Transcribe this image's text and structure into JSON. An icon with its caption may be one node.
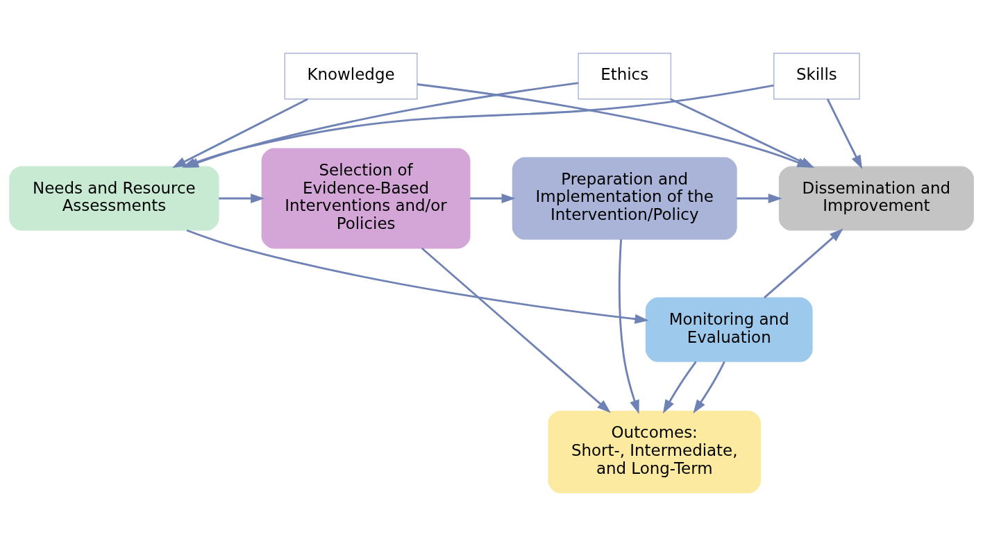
{
  "diagram": {
    "nodes": [
      {
        "text": [
          "Knowledge"
        ]
      },
      {
        "text": [
          "Ethics"
        ]
      },
      {
        "text": [
          "Skills"
        ]
      },
      {
        "text": [
          "Needs and Resource Assessments"
        ]
      },
      {
        "text": [
          "Selection of Evidence-Based Interventions and/or Policies"
        ]
      },
      {
        "text": [
          "Preparation and Implementation of the Intervention/Policy"
        ]
      },
      {
        "text": [
          "Dissemination and Improvement"
        ]
      },
      {
        "text": [
          "Outcomes:",
          "Short-, Intermediate, and Long-Term"
        ]
      },
      {
        "text": [
          "Monitoring and Evaluation"
        ]
      }
    ],
    "edges": [
      {
        "from": 0,
        "to": 3,
        "arrow": "to"
      },
      {
        "from": 0,
        "to": 6,
        "arrow": "to"
      },
      {
        "from": 1,
        "to": 3,
        "arrow": "to"
      },
      {
        "from": 1,
        "to": 6,
        "arrow": "to"
      },
      {
        "from": 2,
        "to": 3,
        "arrow": "to"
      },
      {
        "from": 2,
        "to": 6,
        "arrow": "to"
      },
      {
        "from": 3,
        "to": 4,
        "arrow": "to"
      },
      {
        "from": 4,
        "to": 5,
        "arrow": "to"
      },
      {
        "from": 5,
        "to": 6,
        "arrow": "to"
      },
      {
        "from": 4,
        "to": 7,
        "arrow": "to"
      },
      {
        "from": 5,
        "to": 7,
        "arrow": "to"
      },
      {
        "from": 8,
        "to": 7,
        "arrow": "to"
      },
      {
        "from": 8,
        "to": 7,
        "arrow": "to"
      },
      {
        "from": 3,
        "to": 8,
        "arrow": "to"
      },
      {
        "from": 8,
        "to": 6,
        "arrow": "to"
      }
    ]
  }
}
